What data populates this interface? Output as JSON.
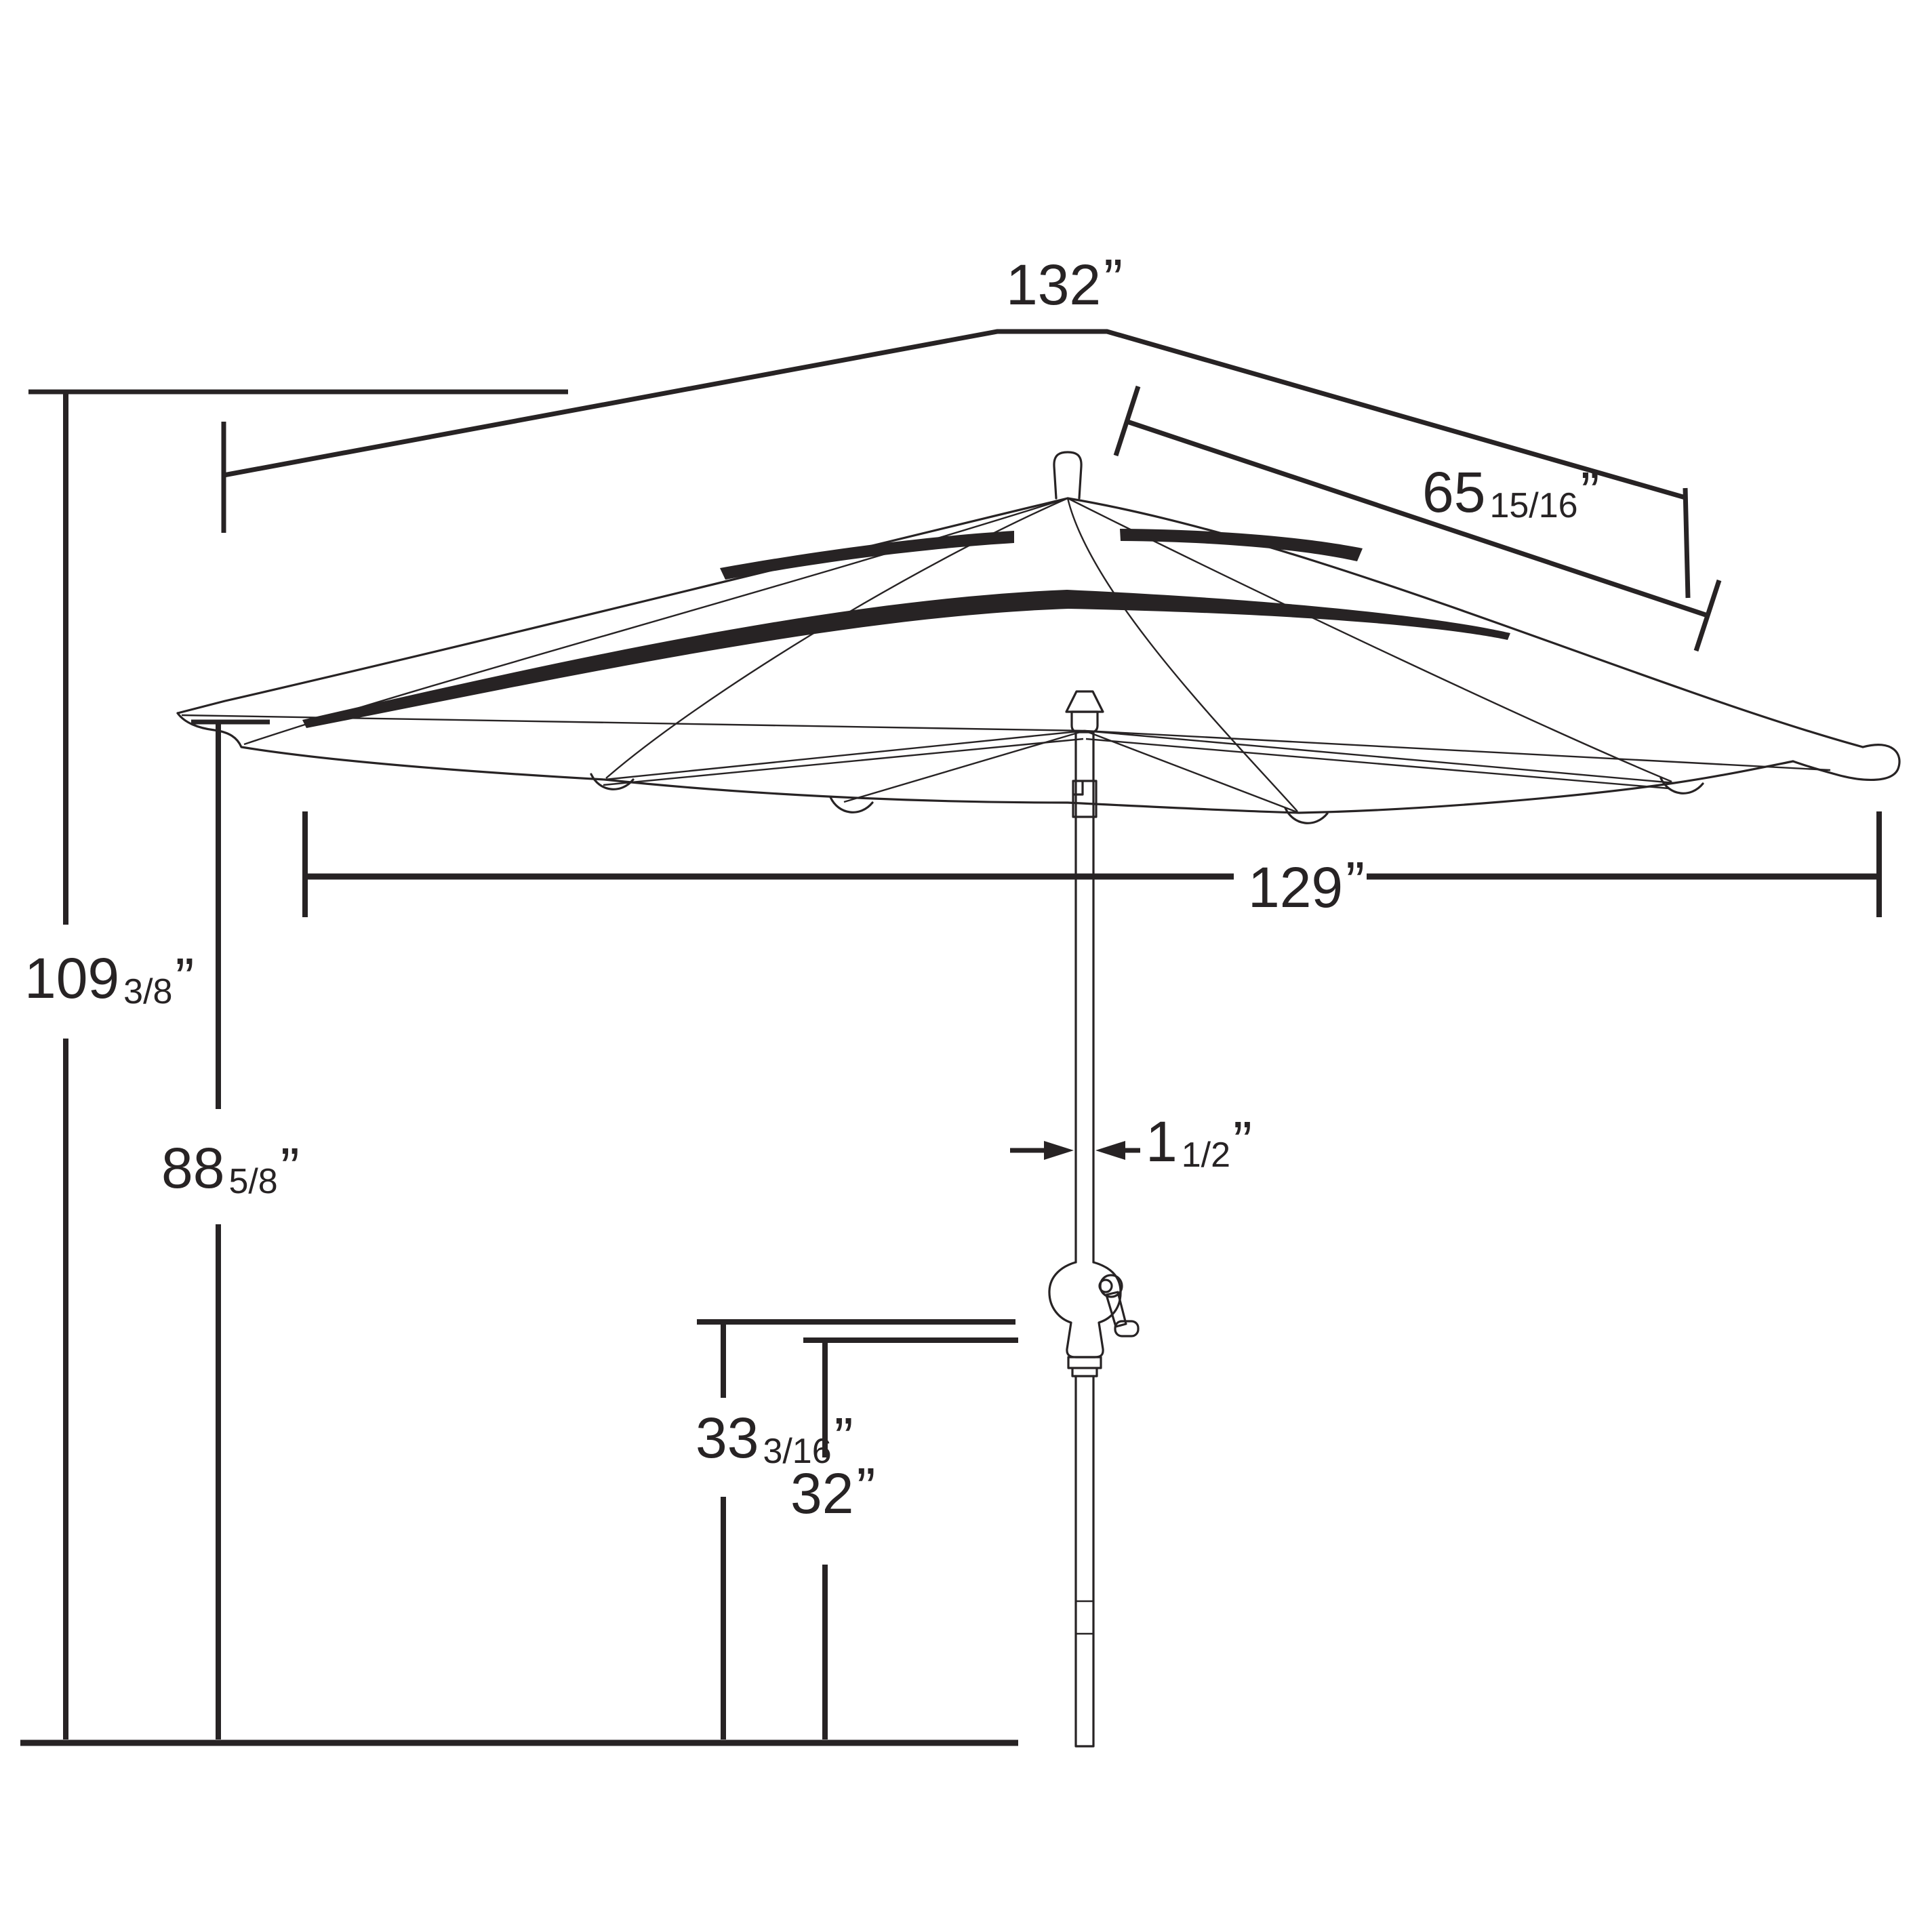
{
  "diagram": {
    "kind": "patio-umbrella-dimension-drawing",
    "colors": {
      "line": "#272324",
      "background": "#ffffff"
    }
  },
  "measurements": {
    "canopy_width": {
      "value": "132",
      "fraction": "",
      "unit": "”"
    },
    "canopy_radius": {
      "value": "65",
      "fraction": "15/16",
      "unit": "”"
    },
    "rib_span": {
      "value": "129",
      "fraction": "",
      "unit": "”"
    },
    "overall_height": {
      "value": "109",
      "fraction": "3/8",
      "unit": "”"
    },
    "clearance_height": {
      "value": "88",
      "fraction": "5/8",
      "unit": "”"
    },
    "pole_diameter": {
      "value": "1",
      "fraction": "1/2",
      "unit": "”"
    },
    "table_height_outer": {
      "value": "33",
      "fraction": "3/16",
      "unit": "”"
    },
    "table_height_inner": {
      "value": "32",
      "fraction": "",
      "unit": "”"
    }
  }
}
